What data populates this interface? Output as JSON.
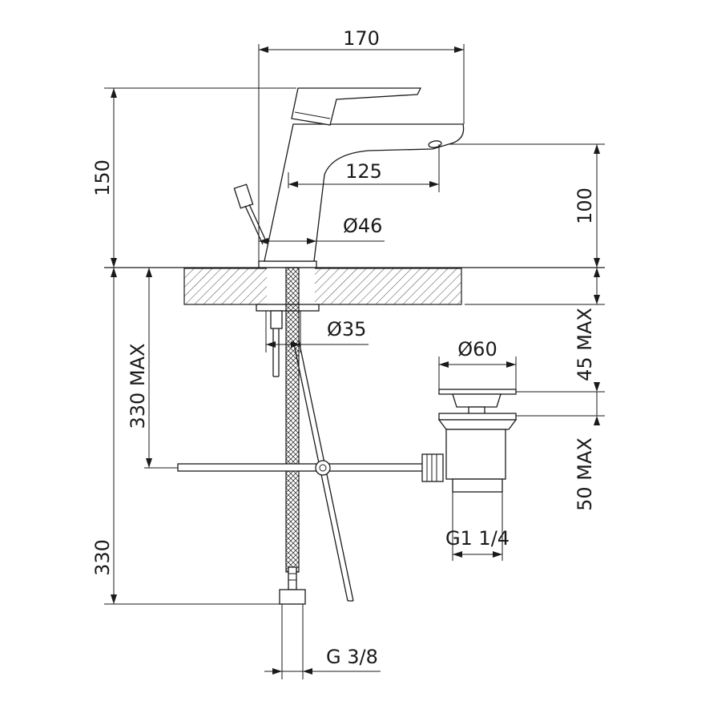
{
  "dimensions": {
    "overall_length": "170",
    "total_height": "150",
    "spout_reach": "125",
    "spout_height": "100",
    "base_diameter": "Ø46",
    "hole_diameter": "Ø35",
    "deck_thickness": "45 MAX",
    "hose_length_max": "330 MAX",
    "hose_length": "330",
    "waste_diameter": "Ø60",
    "waste_depth": "50 MAX",
    "waste_thread": "G1 1/4",
    "supply_thread": "G 3/8"
  }
}
